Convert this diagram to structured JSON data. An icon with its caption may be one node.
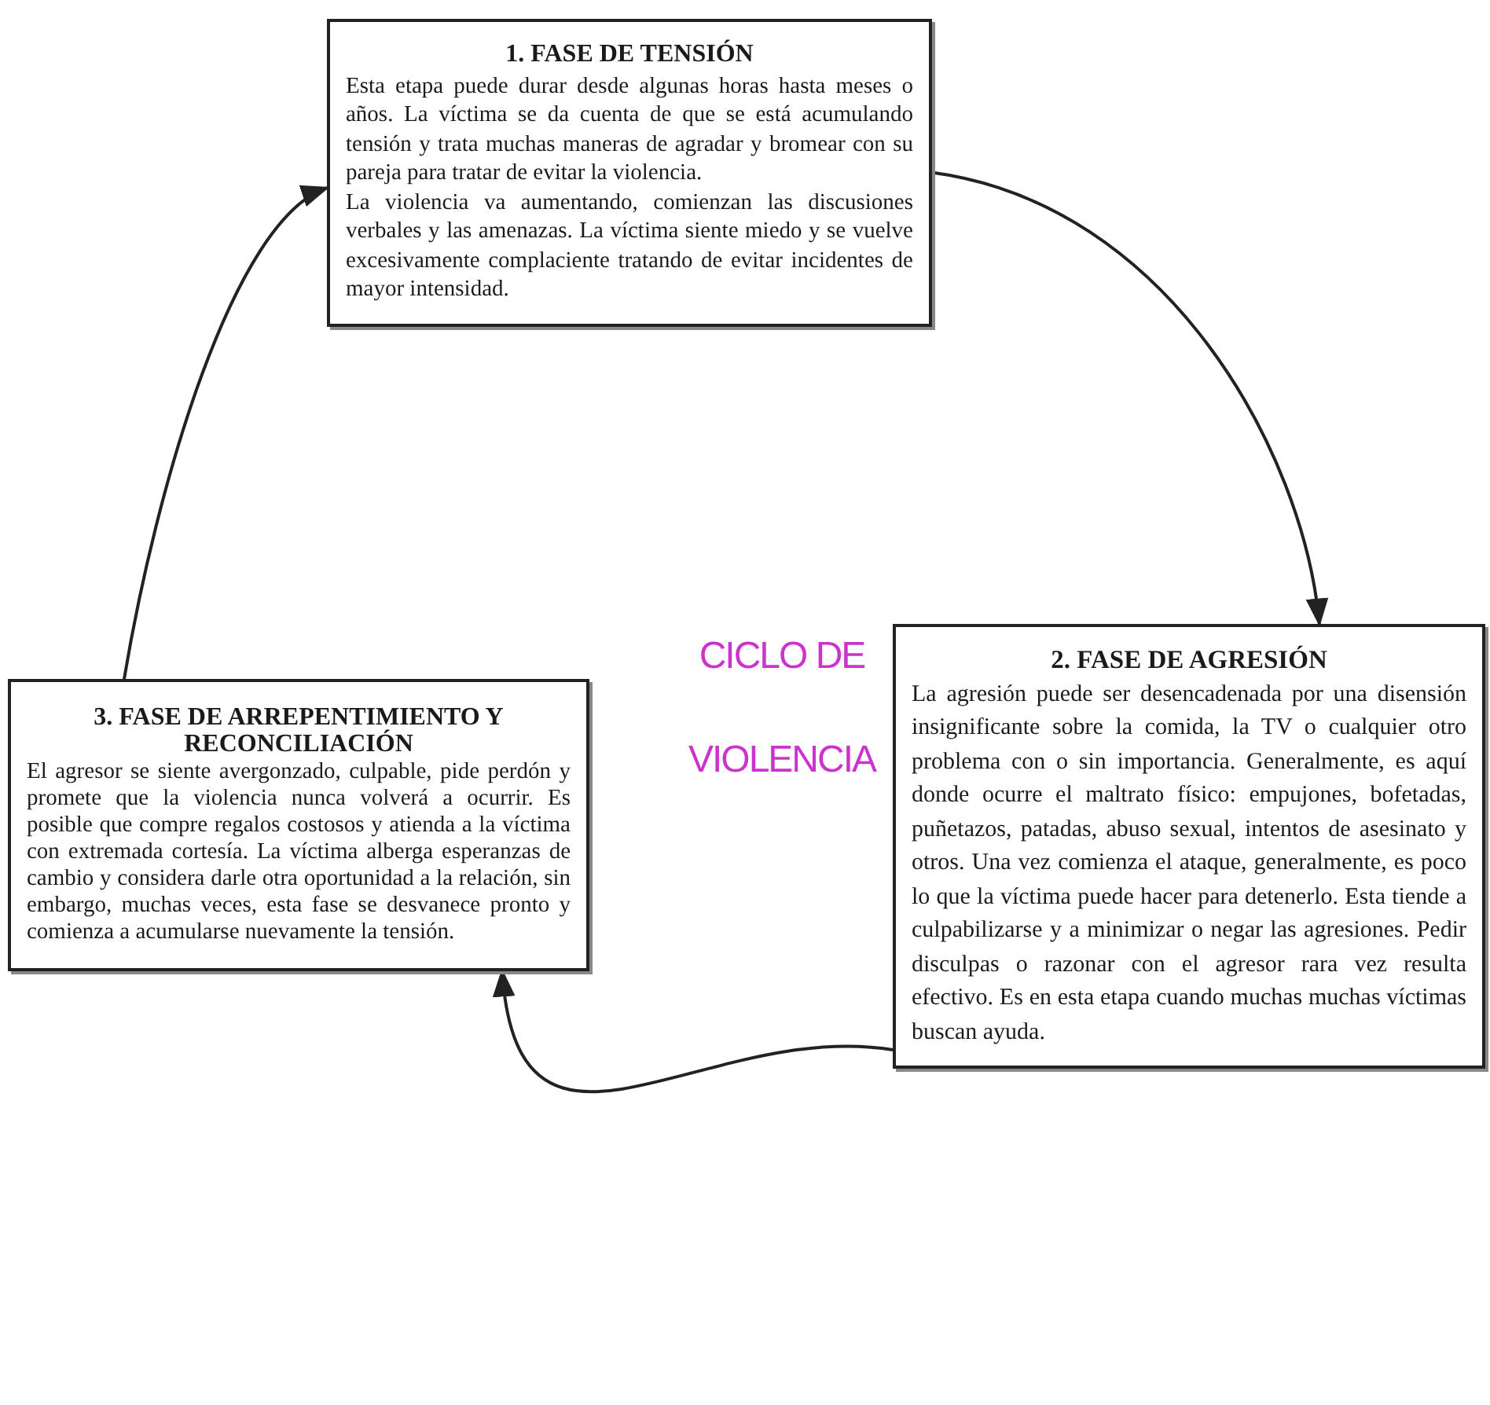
{
  "diagram": {
    "title": "CICLO DE VIOLENCIA",
    "nodes": [
      {
        "text": [
          "1. FASE DE TENSIÓN",
          "Esta etapa puede durar desde algunas horas hasta meses o años. La víctima se da cuenta de que se está acumulando tensión y trata muchas maneras de agradar y bromear con su pareja para tratar de evitar la violencia.",
          "La violencia va aumentando, comienzan las discusiones verbales y las amenazas. La víctima siente miedo y se vuelve excesivamente complaciente tratando de evitar incidentes de mayor intensidad."
        ]
      },
      {
        "text": [
          "2. FASE DE AGRESIÓN",
          "La agresión puede ser desencadenada por una disensión insignificante sobre la comida, la TV o cualquier otro problema con o sin importancia. Generalmente, es aquí donde ocurre el maltrato físico: empujones, bofetadas, puñetazos, patadas, abuso sexual, intentos de asesinato y otros. Una vez comienza el ataque, generalmente, es poco lo que la víctima puede hacer para detenerlo. Esta tiende a culpabilizarse y a minimizar o negar las agresiones. Pedir disculpas o razonar con el agresor rara vez resulta efectivo. Es en esta etapa cuando muchas muchas víctimas buscan ayuda."
        ]
      },
      {
        "text": [
          "3. FASE DE ARREPENTIMIENTO Y RECONCILIACIÓN",
          "El agresor se siente avergonzado, culpable, pide perdón y promete que la violencia nunca volverá a ocurrir. Es posible que compre regalos costosos y atienda a la víctima con extremada cortesía. La víctima alberga esperanzas de cambio y considera darle otra oportunidad a la relación, sin embargo, muchas veces, esta fase se desvanece pronto y comienza a acumularse nuevamente la tensión."
        ]
      }
    ],
    "edges": [
      {
        "from": 0,
        "to": 1,
        "arrow": "to"
      },
      {
        "from": 1,
        "to": 2,
        "arrow": "to"
      },
      {
        "from": 2,
        "to": 0,
        "arrow": "to"
      }
    ]
  }
}
